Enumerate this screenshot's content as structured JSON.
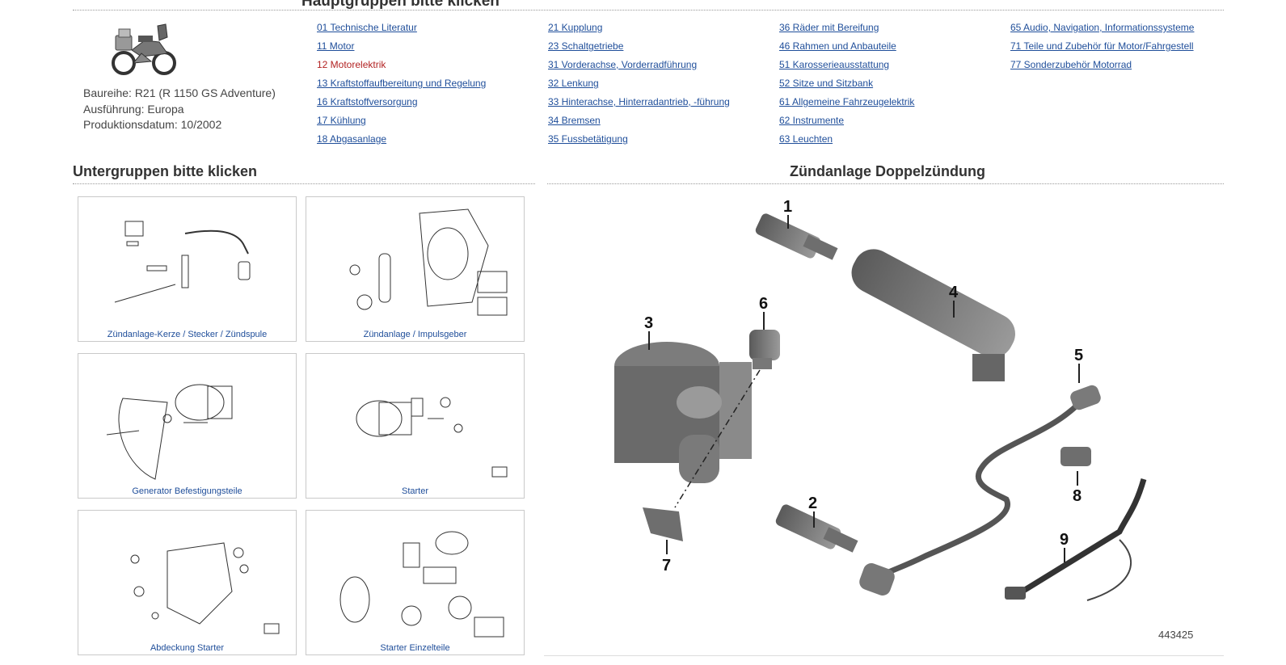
{
  "header": {
    "main_groups_title": "Hauptgruppen bitte klicken"
  },
  "vehicle": {
    "series": "Baureihe: R21 (R 1150 GS Adventure)",
    "version": "Ausführung: Europa",
    "production_date": "Produktionsdatum: 10/2002"
  },
  "categories": {
    "col1": [
      "01 Technische Literatur",
      "11 Motor",
      "12 Motorelektrik",
      "13 Kraftstoffaufbereitung und Regelung",
      "16 Kraftstoffversorgung",
      "17 Kühlung",
      "18 Abgasanlage"
    ],
    "col2": [
      "21 Kupplung",
      "23 Schaltgetriebe",
      "31 Vorderachse, Vorderradführung",
      "32 Lenkung",
      "33 Hinterachse, Hinterradantrieb, -führung",
      "34 Bremsen",
      "35 Fussbetätigung"
    ],
    "col3": [
      "36 Räder mit Bereifung",
      "46 Rahmen und Anbauteile",
      "51 Karosserieausstattung",
      "52 Sitze und Sitzbank",
      "61 Allgemeine Fahrzeugelektrik",
      "62 Instrumente",
      "63 Leuchten"
    ],
    "col4": [
      "65 Audio, Navigation, Informationssysteme",
      "71 Teile und Zubehör für Motor/Fahrgestell",
      "77 Sonderzubehör Motorrad"
    ],
    "active": "12 Motorelektrik"
  },
  "subgroups": {
    "title": "Untergruppen bitte klicken",
    "items": [
      "Zündanlage-Kerze / Stecker / Zündspule",
      "Zündanlage / Impulsgeber",
      "Generator Befestigungsteile",
      "Starter",
      "Abdeckung Starter",
      "Starter Einzelteile"
    ]
  },
  "diagram": {
    "title": "Zündanlage Doppelzündung",
    "part_numbers": [
      "1",
      "2",
      "3",
      "4",
      "5",
      "6",
      "7",
      "8",
      "9"
    ],
    "diagram_id": "443425"
  }
}
